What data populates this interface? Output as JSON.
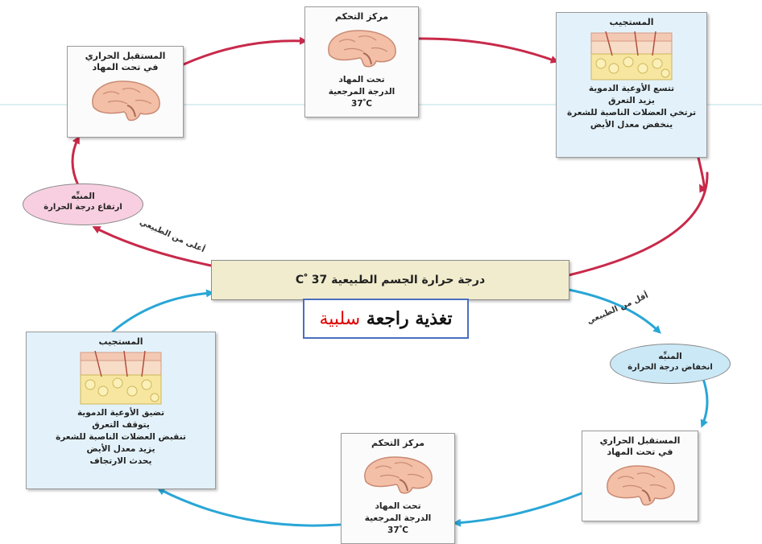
{
  "center": {
    "text": "درجة حرارة الجسم الطبيعية C ْ 37"
  },
  "feedback": {
    "prefix": "تغذية راجعة",
    "highlight": "سلبية"
  },
  "top_cycle": {
    "stimulus": {
      "title": "المنبِّه",
      "text": "ارتفاع درجة الحرارة"
    },
    "above_normal_label": "أعلى من الطبيعي",
    "receptor": {
      "title": "المستقبل الحراري",
      "subtitle": "في تحت المهاد"
    },
    "control_center": {
      "title": "مركز التحكم",
      "line1": "تحت المهاد",
      "line2": "الدرجة المرجعية",
      "line3": "37 ْC"
    },
    "effector": {
      "title": "المستجيب",
      "line1": "تتسع الأوعية الدموية",
      "line2": "يزيد التعرق",
      "line3": "ترتخي العضلات الناصبة للشعرة",
      "line4": "ينخفض معدل الأيض"
    }
  },
  "bottom_cycle": {
    "below_normal_label": "أقل من الطبيعي",
    "stimulus": {
      "title": "المنبِّه",
      "text": "انخفاض درجة الحرارة"
    },
    "receptor": {
      "title": "المستقبل الحراري",
      "subtitle": "في تحت المهاد"
    },
    "control_center": {
      "title": "مركز التحكم",
      "line1": "تحت المهاد",
      "line2": "الدرجة المرجعية",
      "line3": "37 ْC"
    },
    "effector": {
      "title": "المستجيب",
      "line1": "تضيق الأوعية الدموية",
      "line2": "يتوقف التعرق",
      "line3": "تنقبض العضلات الناصبة للشعرة",
      "line4": "يزيد معدل الأيض",
      "line5": "يحدث الارتجاف"
    }
  },
  "colors": {
    "warm_arrow": "#c8294a",
    "cool_arrow": "#29a6d6",
    "feedback_border": "#4a6fbf",
    "feedback_negative": "#e00000"
  }
}
